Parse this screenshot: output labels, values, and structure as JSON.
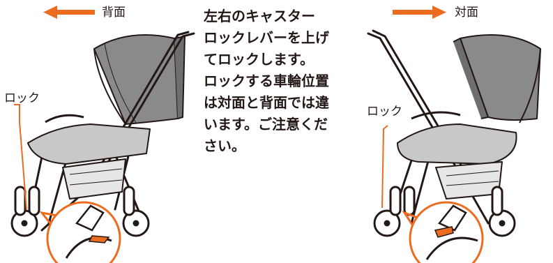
{
  "left_figure": {
    "direction_label": "背面",
    "lock_label": "ロック"
  },
  "right_figure": {
    "direction_label": "対面",
    "lock_label": "ロック"
  },
  "instruction": {
    "lines": [
      "左右のキャスター",
      "ロックレバーを上げ",
      "てロックします。",
      "ロックする車輪位置",
      "は対面と背面では違",
      "います。ご注意くだ",
      "さい。"
    ]
  },
  "colors": {
    "accent": "#ec6c1f",
    "line": "#231815",
    "canopy": "#7a7a7a",
    "fabric": "#c8c8c8"
  }
}
